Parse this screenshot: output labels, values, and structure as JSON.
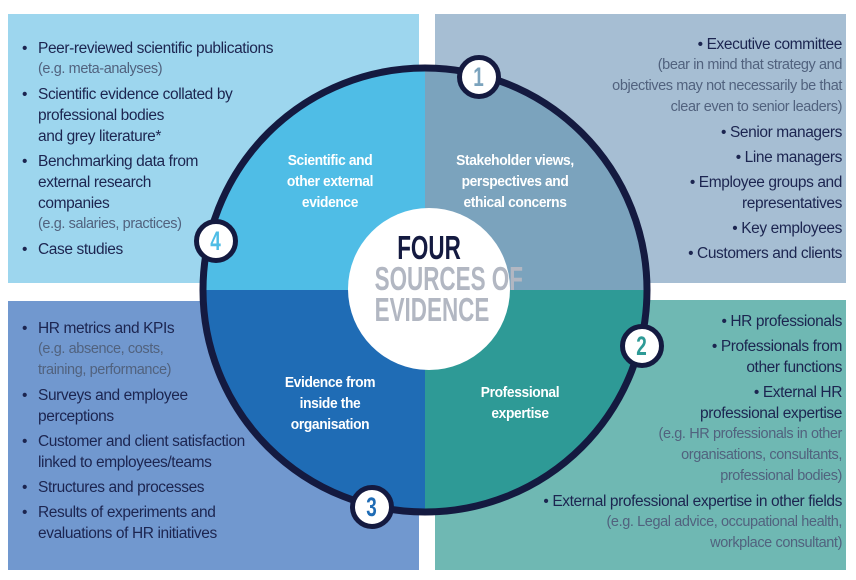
{
  "colors": {
    "ring": "#141a40",
    "q_scientific": "#4fbde6",
    "q_stakeholder": "#7ba3bd",
    "q_organisation": "#1f6cb5",
    "q_professional": "#2e9a96"
  },
  "center": {
    "line1": "FOUR",
    "line2": "SOURCES OF",
    "line3": "EVIDENCE"
  },
  "quadrants": {
    "scientific": {
      "number": "4",
      "label": [
        "Scientific and",
        "other external",
        "evidence"
      ]
    },
    "stakeholder": {
      "number": "1",
      "label": [
        "Stakeholder views,",
        "perspectives and",
        "ethical concerns"
      ]
    },
    "organisation": {
      "number": "3",
      "label": [
        "Evidence from",
        "inside the",
        "organisation"
      ]
    },
    "professional": {
      "number": "2",
      "label": [
        "Professional",
        "expertise"
      ]
    }
  },
  "lists": {
    "tl": [
      {
        "main": [
          "Peer-reviewed scientific publications"
        ],
        "note": [
          "(e.g. meta-analyses)"
        ]
      },
      {
        "main": [
          "Scientific evidence collated by",
          "professional bodies",
          "and grey literature*"
        ],
        "note": []
      },
      {
        "main": [
          "Benchmarking data from",
          "external research",
          "companies"
        ],
        "note": [
          "(e.g. salaries, practices)"
        ]
      },
      {
        "main": [
          "Case studies"
        ],
        "note": []
      }
    ],
    "tr": [
      {
        "main": [
          "• Executive committee"
        ],
        "note": [
          "(bear in mind that strategy and",
          "objectives may not necessarily be that",
          "clear even to senior leaders)"
        ]
      },
      {
        "main": [
          "• Senior managers"
        ],
        "note": []
      },
      {
        "main": [
          "• Line managers"
        ],
        "note": []
      },
      {
        "main": [
          "• Employee groups and",
          "representatives"
        ],
        "note": []
      },
      {
        "main": [
          "• Key employees"
        ],
        "note": []
      },
      {
        "main": [
          "• Customers and clients"
        ],
        "note": []
      }
    ],
    "bl": [
      {
        "main": [
          "HR metrics and KPIs"
        ],
        "note": [
          "(e.g. absence, costs,",
          "training, performance)"
        ]
      },
      {
        "main": [
          "Surveys and employee",
          "perceptions"
        ],
        "note": []
      },
      {
        "main": [
          "Customer and client satisfaction",
          "linked to employees/teams"
        ],
        "note": []
      },
      {
        "main": [
          "Structures and processes"
        ],
        "note": []
      },
      {
        "main": [
          "Results of experiments and",
          "evaluations of HR initiatives"
        ],
        "note": []
      }
    ],
    "br": [
      {
        "main": [
          "• HR professionals"
        ],
        "note": []
      },
      {
        "main": [
          "• Professionals from",
          "other functions"
        ],
        "note": []
      },
      {
        "main": [
          "• External HR",
          "professional expertise"
        ],
        "note": [
          "(e.g. HR professionals in other",
          "organisations, consultants,",
          "professional bodies)"
        ]
      },
      {
        "main": [
          "• External professional expertise in other fields"
        ],
        "note": [
          "(e.g. Legal advice, occupational health,",
          "workplace consultant)"
        ]
      }
    ]
  }
}
